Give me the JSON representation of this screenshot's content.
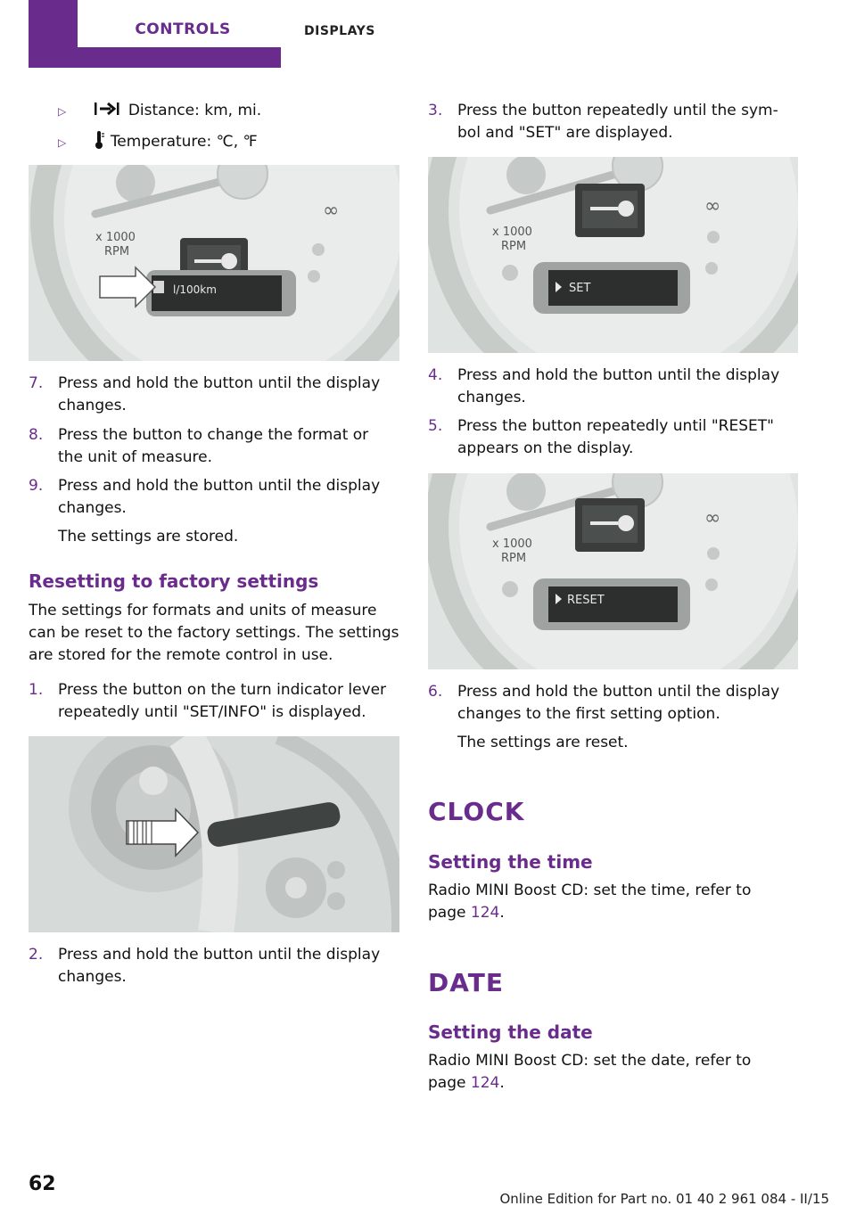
{
  "header": {
    "active_tab": "CONTROLS",
    "section": "DISPLAYS"
  },
  "left": {
    "bullets": [
      {
        "icon": "distance-icon",
        "text": "Distance: km, mi."
      },
      {
        "icon": "thermometer-icon",
        "text": "Temperature: ℃, ℉"
      }
    ],
    "image1": {
      "rpm_text": "x 1000\nRPM",
      "display_text": "l/100km"
    },
    "steps_a": [
      {
        "num": "7.",
        "lines": [
          "Press and hold the button until the display",
          "changes."
        ]
      },
      {
        "num": "8.",
        "lines": [
          "Press the button to change the format or",
          "the unit of measure."
        ]
      },
      {
        "num": "9.",
        "lines": [
          "Press and hold the button until the display",
          "changes."
        ]
      }
    ],
    "stored_note": "The settings are stored.",
    "subheading": "Resetting to factory settings",
    "para": [
      "The settings for formats and units of measure",
      "can be reset to the factory settings. The settings",
      "are stored for the remote control in use."
    ],
    "step1": {
      "num": "1.",
      "lines": [
        "Press the button on the turn indicator lever",
        "repeatedly until \"SET/INFO\" is displayed."
      ]
    },
    "step2": {
      "num": "2.",
      "lines": [
        "Press and hold the button until the display",
        "changes."
      ]
    }
  },
  "right": {
    "step3": {
      "num": "3.",
      "lines": [
        "Press the button repeatedly until the sym‐",
        "bol and \"SET\" are displayed."
      ]
    },
    "image_set": {
      "rpm_text": "x 1000\nRPM",
      "display_text": "SET"
    },
    "steps_b": [
      {
        "num": "4.",
        "lines": [
          "Press and hold the button until the display",
          "changes."
        ]
      },
      {
        "num": "5.",
        "lines": [
          "Press the button repeatedly until \"RESET\"",
          "appears on the display."
        ]
      }
    ],
    "image_reset": {
      "rpm_text": "x 1000\nRPM",
      "display_text": "RESET"
    },
    "step6": {
      "num": "6.",
      "lines": [
        "Press and hold the button until the display",
        "changes to the first setting option."
      ]
    },
    "reset_note": "The settings are reset.",
    "clock": {
      "heading": "CLOCK",
      "subheading": "Setting the time",
      "text_line1": "Radio MINI Boost CD: set the time, refer to",
      "text_line2_prefix": "page ",
      "page_ref": "124",
      "text_line2_suffix": "."
    },
    "date": {
      "heading": "DATE",
      "subheading": "Setting the date",
      "text_line1": "Radio MINI Boost CD: set the date, refer to",
      "text_line2_prefix": "page ",
      "page_ref": "124",
      "text_line2_suffix": "."
    }
  },
  "footer": {
    "page_number": "62",
    "edition": "Online Edition for Part no. 01 40 2 961 084 - II/15"
  },
  "colors": {
    "accent": "#6a2c8c",
    "photo_bg": "#e4e8e6"
  }
}
